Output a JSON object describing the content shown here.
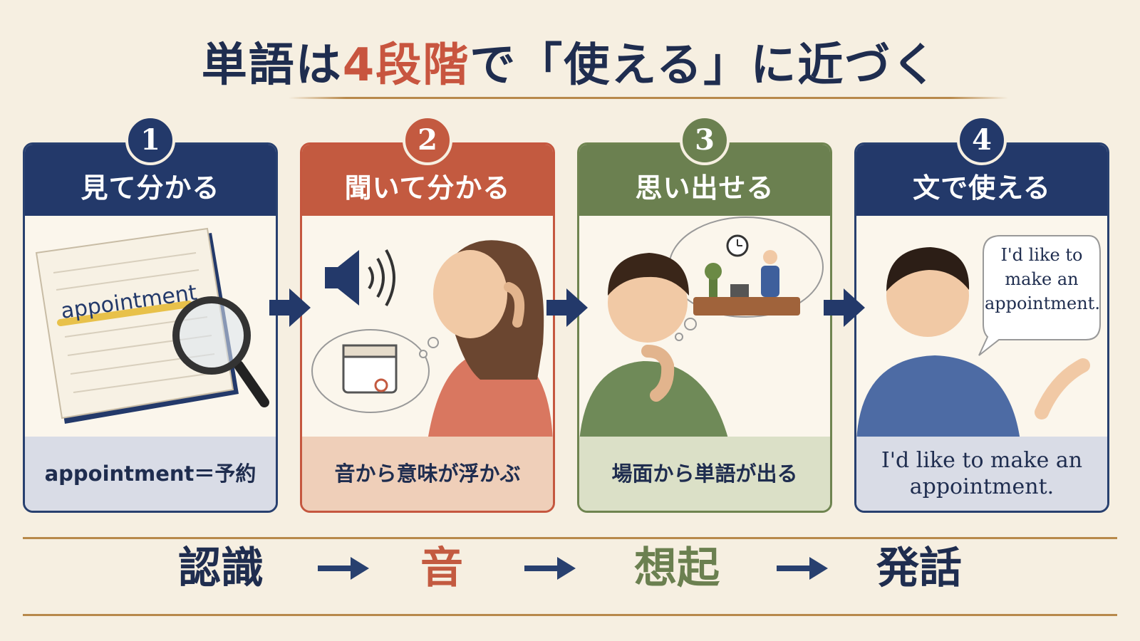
{
  "title": {
    "pre": "単語は",
    "highlight": "4段階",
    "post": "で「使える」に近づく"
  },
  "colors": {
    "navy": "#23396a",
    "red": "#c35a40",
    "green": "#6b8050",
    "gold": "#b8894b"
  },
  "steps": [
    {
      "number": "1",
      "heading": "見て分かる",
      "caption": "appointment＝予約",
      "illustration_word": "appointment",
      "icons": [
        "book-icon",
        "magnifier-icon"
      ]
    },
    {
      "number": "2",
      "heading": "聞いて分かる",
      "caption": "音から意味が浮かぶ",
      "icons": [
        "speaker-icon",
        "calendar-icon"
      ]
    },
    {
      "number": "3",
      "heading": "思い出せる",
      "caption": "場面から単語が出る",
      "icons": [
        "thought-bubble-icon",
        "clock-icon"
      ]
    },
    {
      "number": "4",
      "heading": "文で使える",
      "caption": "I'd like to make an appointment.",
      "speech": "I'd like to make an appointment.",
      "icons": [
        "speech-bubble-icon"
      ]
    }
  ],
  "summary": [
    "認識",
    "音",
    "想起",
    "発話"
  ]
}
